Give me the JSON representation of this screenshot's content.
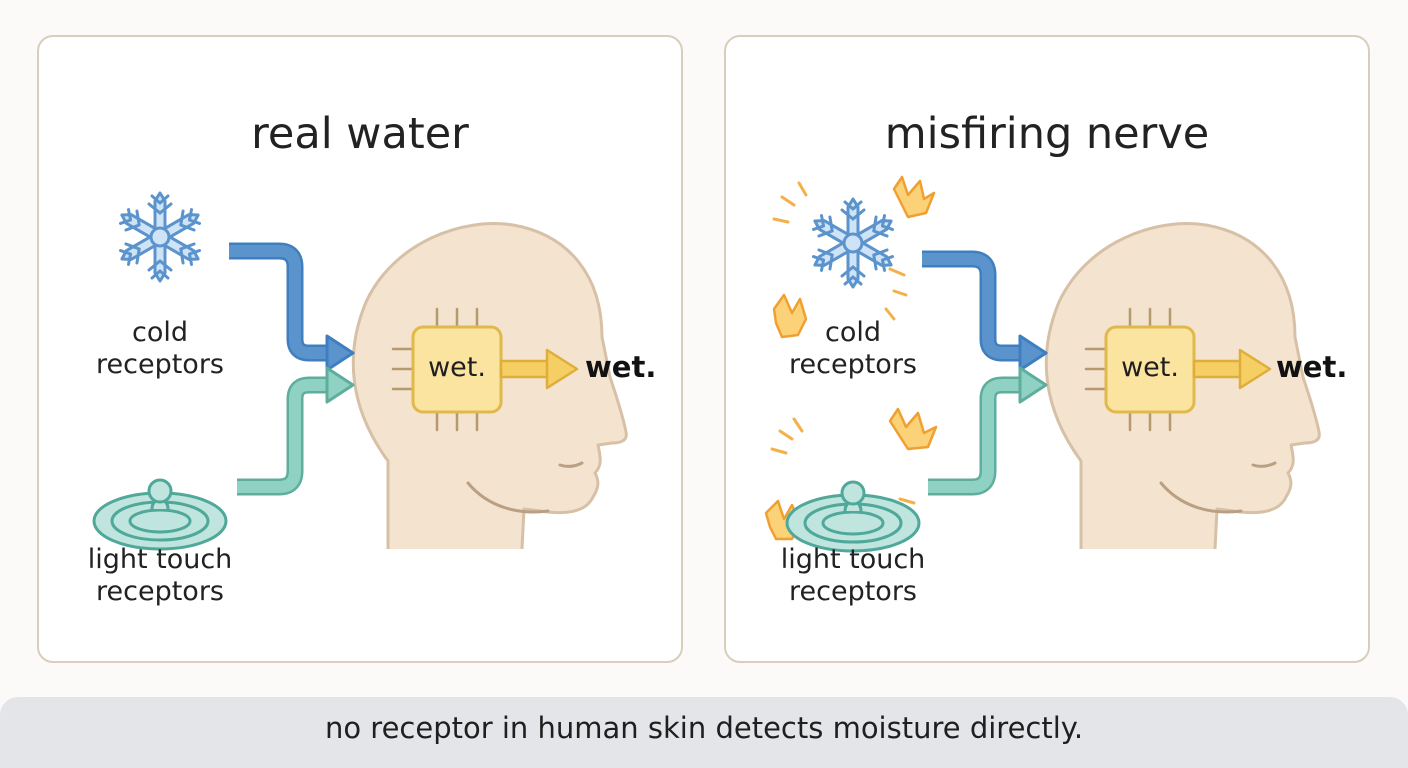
{
  "panels": [
    {
      "title": "real water",
      "cold_label": [
        "cold",
        "receptors"
      ],
      "touch_label": [
        "light touch",
        "receptors"
      ],
      "chip_text": "wet.",
      "output_text": "wet."
    },
    {
      "title": "misfiring nerve",
      "cold_label": [
        "cold",
        "receptors"
      ],
      "touch_label": [
        "light touch",
        "receptors"
      ],
      "chip_text": "wet.",
      "output_text": "wet."
    }
  ],
  "footer": {
    "caption": "no receptor in human skin detects moisture directly."
  },
  "icons": {
    "cold": "snowflake-icon",
    "touch": "water-ripple-icon",
    "brain": "head-profile-icon",
    "chip": "processor-chip-icon",
    "spark": "spark-burst-icon"
  },
  "colors": {
    "cold_arrow": "#5b93cc",
    "touch_arrow": "#7fc8b7",
    "output_arrow": "#f5cf63",
    "head_fill": "#f4e3cf",
    "chip_fill": "#fbe3a0",
    "spark": "#f4b04a"
  }
}
